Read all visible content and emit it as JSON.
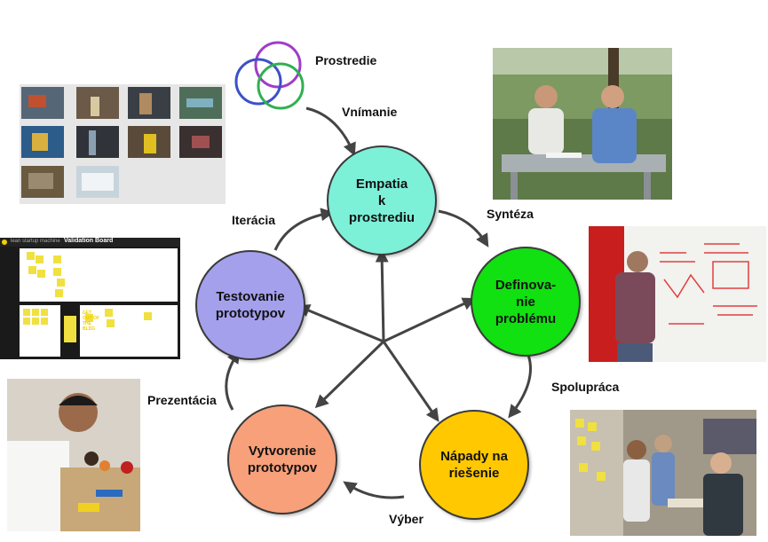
{
  "diagram": {
    "nodes": [
      {
        "id": "empatia",
        "lines": [
          "Empatia",
          "k",
          "prostrediu"
        ],
        "color": "#7df0d8"
      },
      {
        "id": "definovanie",
        "lines": [
          "Definova-",
          "nie",
          "problému"
        ],
        "color": "#11e011"
      },
      {
        "id": "napady",
        "lines": [
          "Nápady na",
          "riešenie"
        ],
        "color": "#ffc800"
      },
      {
        "id": "vytvorenie",
        "lines": [
          "Vytvorenie",
          "prototypov"
        ],
        "color": "#f8a07a"
      },
      {
        "id": "testovanie",
        "lines": [
          "Testovanie",
          "prototypov"
        ],
        "color": "#a4a0ec"
      }
    ],
    "labels": {
      "prostredie": "Prostredie",
      "vnimanie": "Vnímanie",
      "synteza": "Syntéza",
      "spolupraca": "Spolupráca",
      "vyber": "Výber",
      "prezentacia": "Prezentácia",
      "iteracia": "Iterácia"
    }
  },
  "validation_board": {
    "brand": "lean startup machine",
    "title": "Validation Board",
    "cta": "GET OUT OF THE BLDG"
  },
  "colors": {
    "ring_purple": "#a03cc8",
    "ring_blue": "#3c50c8",
    "ring_green": "#30b050"
  }
}
